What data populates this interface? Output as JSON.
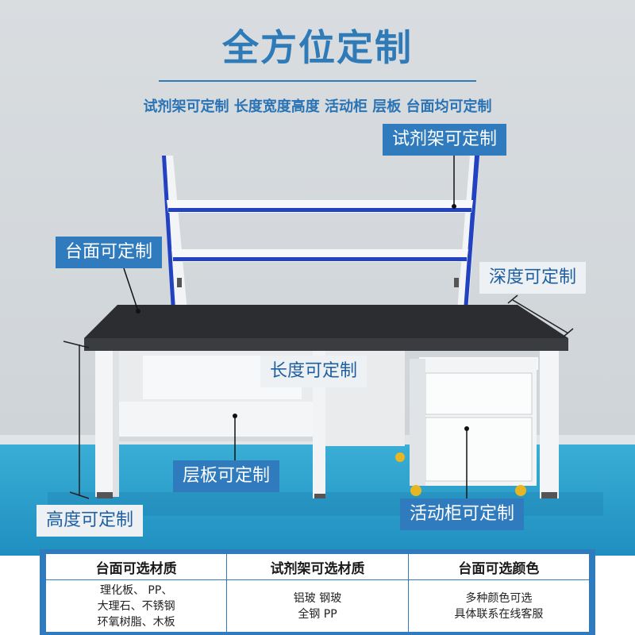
{
  "header": {
    "title": "全方位定制",
    "subtitle": "试剂架可定制 长度宽度高度 活动柜 层板 台面均可定制"
  },
  "callouts": {
    "rack": "试剂架可定制",
    "countertop": "台面可定制",
    "depth": "深度可定制",
    "length": "长度可定制",
    "shelf": "层板可定制",
    "height": "高度可定制",
    "cabinet": "活动柜可定制"
  },
  "spec_table": {
    "headers": [
      "台面可选材质",
      "试剂架可选材质",
      "台面可选颜色"
    ],
    "columns": [
      [
        "理化板、  PP、",
        "大理石、不锈钢",
        "环氧树脂、木板"
      ],
      [
        "铝玻 钢玻",
        "全钢  PP"
      ],
      [
        "多种颜色可选",
        "具体联系在线客服"
      ]
    ]
  },
  "colors": {
    "accent": "#2f7bbd",
    "title": "#2f7bb8",
    "floor": "#2fa4cf",
    "wall": "#d6dadd"
  }
}
